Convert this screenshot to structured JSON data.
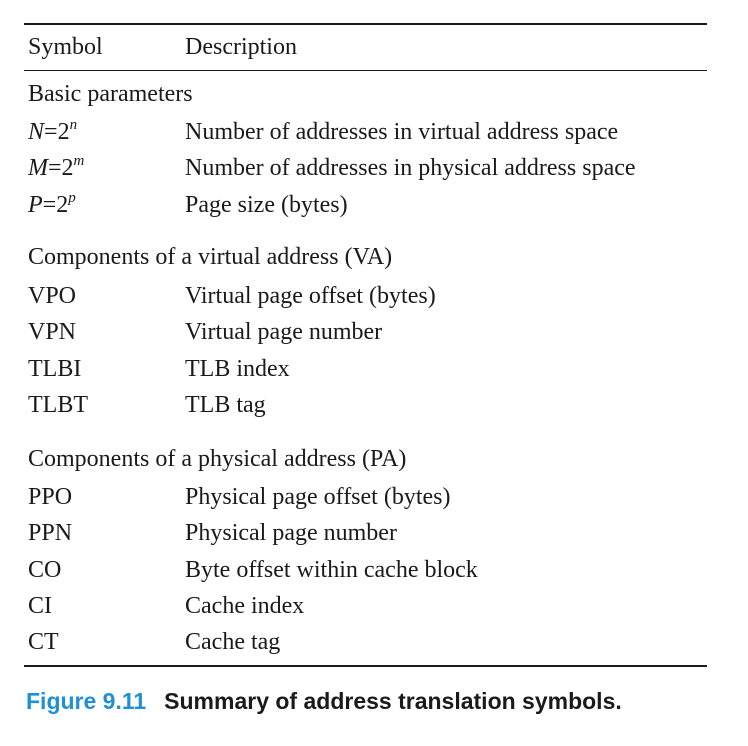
{
  "header": {
    "symbol": "Symbol",
    "description": "Description"
  },
  "sections": [
    {
      "title": "Basic parameters",
      "rows": [
        {
          "base": "N",
          "op": "=",
          "num": "2",
          "exp": "n",
          "desc": "Number of addresses in virtual address space"
        },
        {
          "base": "M",
          "op": "=",
          "num": "2",
          "exp": "m",
          "desc": "Number of addresses in physical address space"
        },
        {
          "base": "P",
          "op": "=",
          "num": "2",
          "exp": "p",
          "desc": "Page size (bytes)"
        }
      ]
    },
    {
      "title": "Components of a virtual address (VA)",
      "rows": [
        {
          "symbol": "VPO",
          "desc": "Virtual page offset (bytes)"
        },
        {
          "symbol": "VPN",
          "desc": "Virtual page number"
        },
        {
          "symbol": "TLBI",
          "desc": "TLB index"
        },
        {
          "symbol": "TLBT",
          "desc": "TLB tag"
        }
      ]
    },
    {
      "title": "Components of a physical address (PA)",
      "rows": [
        {
          "symbol": "PPO",
          "desc": "Physical page offset (bytes)"
        },
        {
          "symbol": "PPN",
          "desc": "Physical page number"
        },
        {
          "symbol": "CO",
          "desc": "Byte offset within cache block"
        },
        {
          "symbol": "CI",
          "desc": "Cache index"
        },
        {
          "symbol": "CT",
          "desc": "Cache tag"
        }
      ]
    }
  ],
  "caption": {
    "label": "Figure 9.11",
    "text": "Summary of address translation symbols."
  },
  "colors": {
    "caption_label": "#1f8fd6",
    "text": "#1a1a1a"
  }
}
